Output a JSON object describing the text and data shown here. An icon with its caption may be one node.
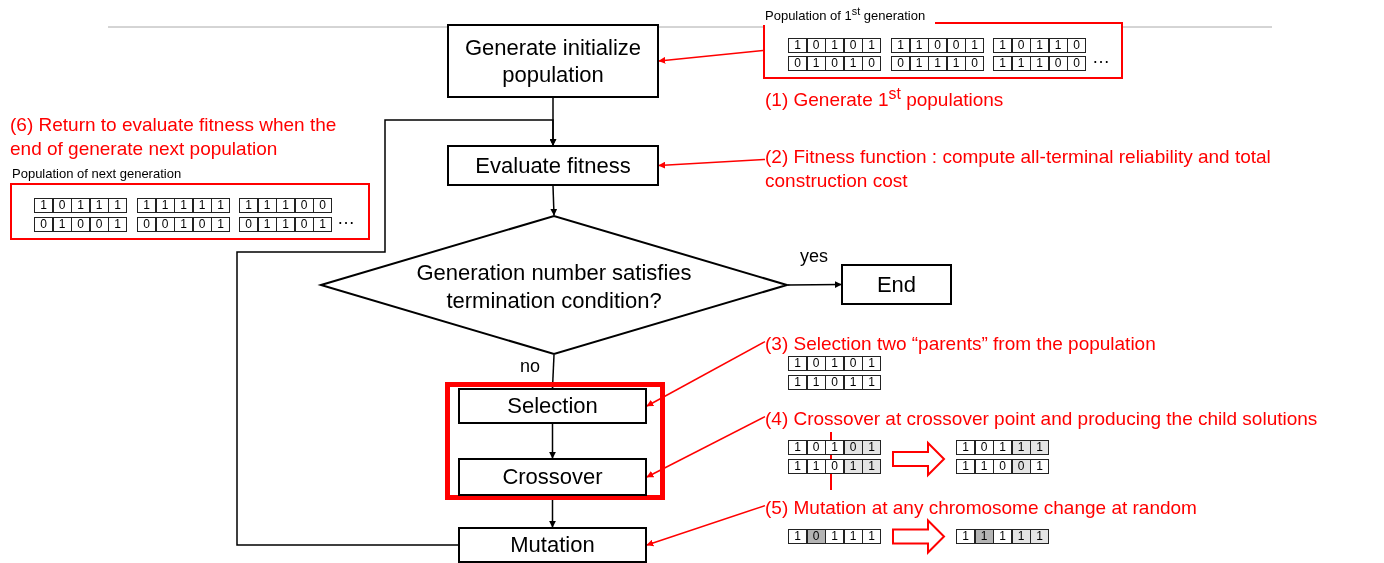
{
  "diagram": {
    "nodes": [
      {
        "text": [
          "Generate initialize population"
        ]
      },
      {
        "text": [
          "Evaluate fitness"
        ]
      },
      {
        "text": [
          "Generation number satisfies termination condition?"
        ]
      },
      {
        "text": [
          "End"
        ]
      },
      {
        "text": [],
        "shape": "box"
      },
      {
        "text": [
          "Selection"
        ],
        "in": 4
      },
      {
        "text": [
          "Crossover"
        ],
        "in": 4
      },
      {
        "text": [
          "Mutation"
        ]
      },
      {
        "text": [
          "Population of 1$^{st}$ generation"
        ],
        "beside": [
          "(1) Generate 1$^{st}$ populations"
        ]
      },
      {
        "text": [
          "(2) Fitness function : compute all-terminal reliability and total construction cost"
        ]
      },
      {
        "text": [
          "(3) Selection two “parents” from the population"
        ]
      },
      {
        "text": [
          "(4) Crossover at crossover point and producing the child solutions"
        ]
      },
      {
        "text": [
          "(5) Mutation at any chromosome change at random"
        ]
      },
      {
        "text": [
          "Population of next generation"
        ]
      },
      {
        "text": [
          "1",
          "0",
          "1",
          "0",
          "1",
          "1",
          "1",
          "0",
          "1",
          "1"
        ]
      },
      {
        "text": [
          "1",
          "0",
          "1",
          "1",
          "1",
          "1",
          "1",
          "0",
          "0",
          "1"
        ]
      },
      {
        "text": [
          "1",
          "0",
          "1",
          "1",
          "1"
        ]
      },
      {
        "text": [
          "1",
          "1",
          "1",
          "1",
          "1"
        ]
      }
    ],
    "edges": [
      {
        "from": 0,
        "to": 1,
        "arrow": "to"
      },
      {
        "from": 1,
        "to": 2,
        "arrow": "to"
      },
      {
        "from": 2,
        "to": 3,
        "arrow": "to",
        "label": "yes"
      },
      {
        "from": 2,
        "to": 5,
        "arrow": "to",
        "label": "no"
      },
      {
        "from": 5,
        "to": 6,
        "arrow": "to"
      },
      {
        "from": 6,
        "to": 7,
        "arrow": "to"
      },
      {
        "from": 7,
        "to": 1,
        "arrow": "to"
      },
      {
        "from": 8,
        "to": 0,
        "arrow": "to",
        "color": "#ff0000"
      },
      {
        "from": 9,
        "to": 1,
        "arrow": "to",
        "color": "#ff0000"
      },
      {
        "from": 10,
        "to": 5,
        "arrow": "to",
        "color": "#ff0000"
      },
      {
        "from": 11,
        "to": 6,
        "arrow": "to",
        "color": "#ff0000"
      },
      {
        "from": 12,
        "to": 7,
        "arrow": "to",
        "color": "#ff0000"
      },
      {
        "from": 14,
        "to": 15,
        "arrow": "to",
        "color": "#ff0000",
        "style": "thick"
      },
      {
        "from": 16,
        "to": 17,
        "arrow": "to",
        "color": "#ff0000",
        "style": "thick"
      }
    ],
    "labels": [
      "1",
      "0",
      "1",
      "0",
      "1",
      "1",
      "1",
      "0",
      "0",
      "1",
      "1",
      "0",
      "1",
      "1",
      "0",
      "0",
      "1",
      "0",
      "1",
      "0",
      "0",
      "1",
      "1",
      "1",
      "0",
      "1",
      "1",
      "1",
      "0",
      "0",
      "…",
      "(6) Return to evaluate fitness when the end of generate next population",
      "1",
      "0",
      "1",
      "1",
      "1",
      "1",
      "1",
      "1",
      "1",
      "1",
      "1",
      "1",
      "1",
      "0",
      "0",
      "0",
      "1",
      "0",
      "0",
      "1",
      "0",
      "0",
      "1",
      "0",
      "1",
      "0",
      "1",
      "1",
      "0",
      "1",
      "…",
      "1",
      "0",
      "1",
      "0",
      "1",
      "1",
      "1",
      "0",
      "1",
      "1"
    ]
  }
}
